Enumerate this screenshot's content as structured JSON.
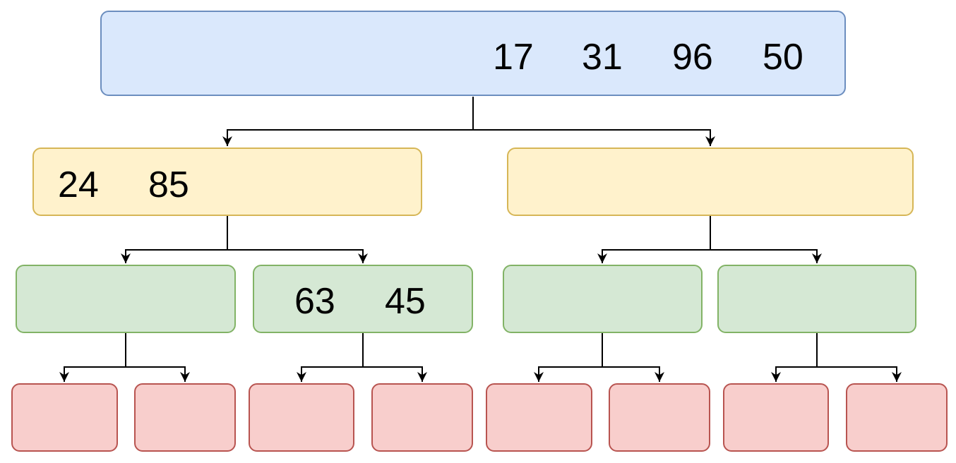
{
  "colors": {
    "level0_fill": "#dae8fc",
    "level0_stroke": "#6c8ebf",
    "level1_fill": "#fff2cc",
    "level1_stroke": "#d6b656",
    "level2_fill": "#d5e8d4",
    "level2_stroke": "#82b366",
    "level3_fill": "#f8cecc",
    "level3_stroke": "#b85450",
    "edge": "#000000"
  },
  "root": {
    "values": [
      "17",
      "31",
      "96",
      "50"
    ]
  },
  "level1": [
    {
      "values": [
        "24",
        "85"
      ]
    },
    {
      "values": []
    }
  ],
  "level2": [
    {
      "values": []
    },
    {
      "values": [
        "63",
        "45"
      ]
    },
    {
      "values": []
    },
    {
      "values": []
    }
  ],
  "level3": [
    {
      "values": []
    },
    {
      "values": []
    },
    {
      "values": []
    },
    {
      "values": []
    },
    {
      "values": []
    },
    {
      "values": []
    },
    {
      "values": []
    },
    {
      "values": []
    }
  ]
}
